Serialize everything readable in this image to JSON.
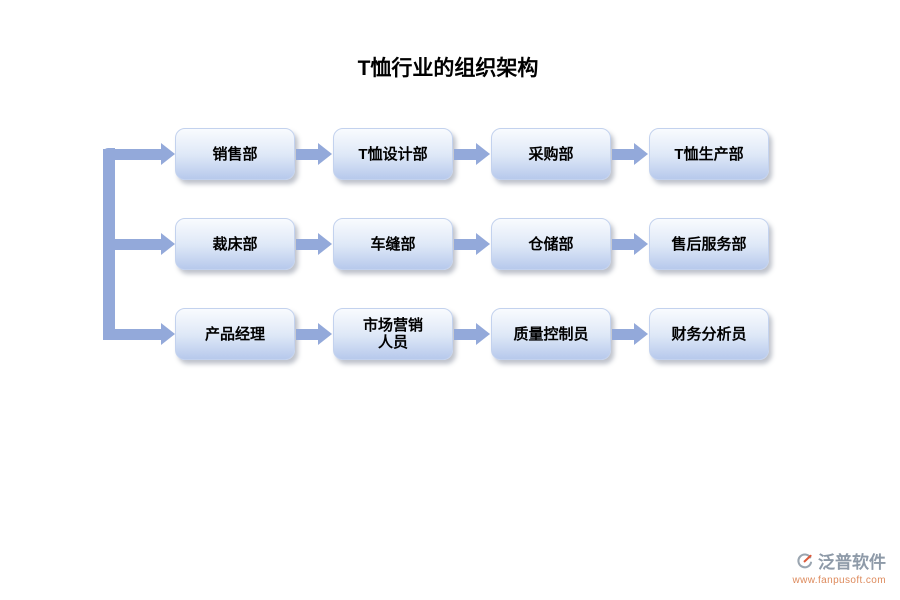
{
  "title": "T恤行业的组织架构",
  "org": {
    "rows": [
      [
        "销售部",
        "T恤设计部",
        "采购部",
        "T恤生产部"
      ],
      [
        "裁床部",
        "车缝部",
        "仓储部",
        "售后服务部"
      ],
      [
        "产品经理",
        "市场营销人员",
        "质量控制员",
        "财务分析员"
      ]
    ]
  },
  "footer": {
    "brand": "泛普软件",
    "url": "www.fanpusoft.com"
  },
  "colors": {
    "arrow": "#93a9da",
    "box_gradient_top": "#f9fbfe",
    "box_gradient_bottom": "#b7c9ec",
    "brand_gray": "#8e9aa8",
    "brand_orange": "#dd8a5c"
  }
}
